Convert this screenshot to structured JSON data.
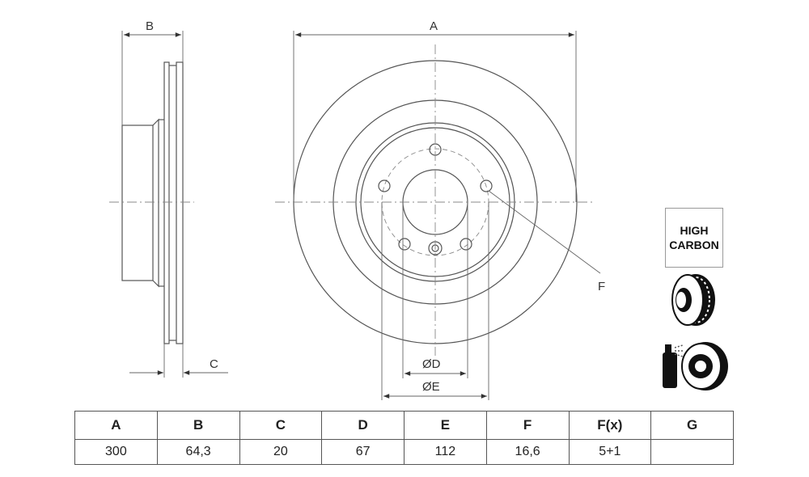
{
  "labels": {
    "a": "A",
    "b": "B",
    "c": "C",
    "d": "ØD",
    "e": "ØE",
    "f": "F"
  },
  "badge": {
    "line1": "HIGH",
    "line2": "CARBON"
  },
  "icons": [
    "vented-disc-icon",
    "coated-disc-icon"
  ],
  "table": {
    "headers": [
      "A",
      "B",
      "C",
      "D",
      "E",
      "F",
      "F(x)",
      "G"
    ],
    "values": [
      "300",
      "64,3",
      "20",
      "67",
      "112",
      "16,6",
      "5+1",
      ""
    ]
  }
}
